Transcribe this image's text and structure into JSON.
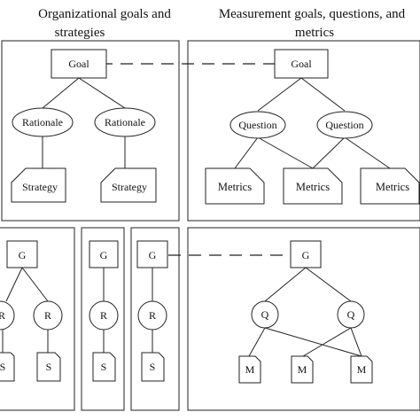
{
  "headers": {
    "left_line1": "Organizational goals and",
    "left_line2": "strategies",
    "right_line1": "Measurement goals, questions, and",
    "right_line2": "metrics"
  },
  "top_left": {
    "goal": "Goal",
    "rationale_1": "Rationale",
    "rationale_2": "Rationale",
    "strategy_1": "Strategy",
    "strategy_2": "Strategy"
  },
  "top_right": {
    "goal": "Goal",
    "question_1": "Question",
    "question_2": "Question",
    "metrics_1": "Metrics",
    "metrics_2": "Metrics",
    "metrics_3": "Metrics"
  },
  "bottom_left": {
    "col1": {
      "g": "G",
      "r1": "R",
      "r2": "R",
      "s1": "S",
      "s2": "S"
    },
    "col2": {
      "g": "G",
      "r": "R",
      "s": "S"
    },
    "col3": {
      "g": "G",
      "r": "R",
      "s": "S"
    }
  },
  "bottom_right": {
    "g": "G",
    "q1": "Q",
    "q2": "Q",
    "m1": "M",
    "m2": "M",
    "m3": "M"
  }
}
